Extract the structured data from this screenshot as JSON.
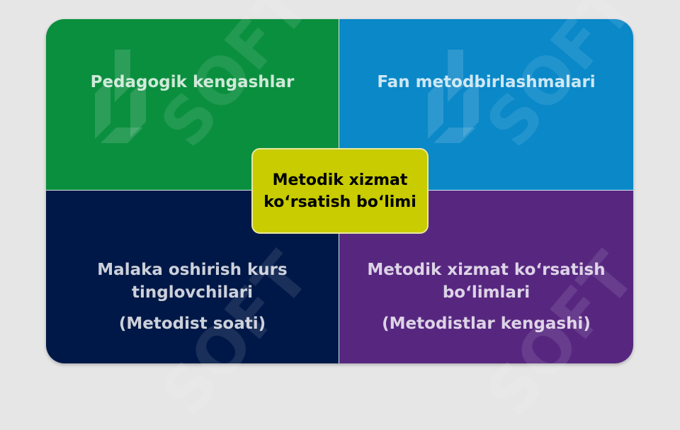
{
  "quadrants": {
    "top_left": {
      "label": "Pedagogik kengashlar",
      "color": "#0a8f3e"
    },
    "top_right": {
      "label": "Fan metodbirlashmalari",
      "color": "#0a88c8"
    },
    "bottom_left": {
      "line1": "Malaka oshirish kurs",
      "line2": "tinglovchilari",
      "sub": "(Metodist soati)",
      "color": "#001847"
    },
    "bottom_right": {
      "line1": "Metodik xizmat koʻrsatish",
      "line2": "boʻlimlari",
      "sub": "(Metodistlar kengashi)",
      "color": "#572780"
    }
  },
  "center": {
    "line1": "Metodik xizmat",
    "line2": "koʻrsatish boʻlimi",
    "color": "#c8cc00"
  },
  "watermark": {
    "text": "SOFT",
    "icon": "brand-logo-icon"
  }
}
